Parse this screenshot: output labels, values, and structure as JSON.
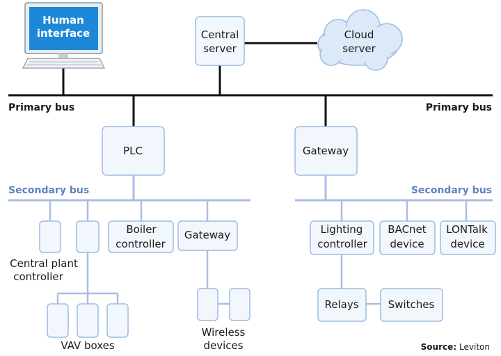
{
  "nodes": {
    "human_interface": [
      "Human",
      "interface"
    ],
    "central_server": [
      "Central",
      "server"
    ],
    "cloud_server": [
      "Cloud",
      "server"
    ],
    "plc": "PLC",
    "gateway_main": "Gateway",
    "boiler_controller": [
      "Boiler",
      "controller"
    ],
    "gateway_secondary": "Gateway",
    "central_plant_controller": [
      "Central plant",
      "controller"
    ],
    "vav_boxes": "VAV boxes",
    "wireless_devices": [
      "Wireless",
      "devices"
    ],
    "lighting_controller": [
      "Lighting",
      "controller"
    ],
    "bacnet_device": [
      "BACnet",
      "device"
    ],
    "lontalk_device": [
      "LONTalk",
      "device"
    ],
    "relays": "Relays",
    "switches": "Switches"
  },
  "buses": {
    "primary_left": "Primary bus",
    "primary_right": "Primary bus",
    "secondary_left": "Secondary bus",
    "secondary_right": "Secondary bus"
  },
  "source": {
    "label": "Source:",
    "value": "Leviton"
  },
  "colors": {
    "primary_bus": "#111111",
    "secondary_bus": "#a9bde3",
    "node_fill": "#f2f7fd",
    "node_stroke": "#9dbbe0",
    "secondary_label": "#5f82c4",
    "monitor_screen": "#1e88d8"
  }
}
